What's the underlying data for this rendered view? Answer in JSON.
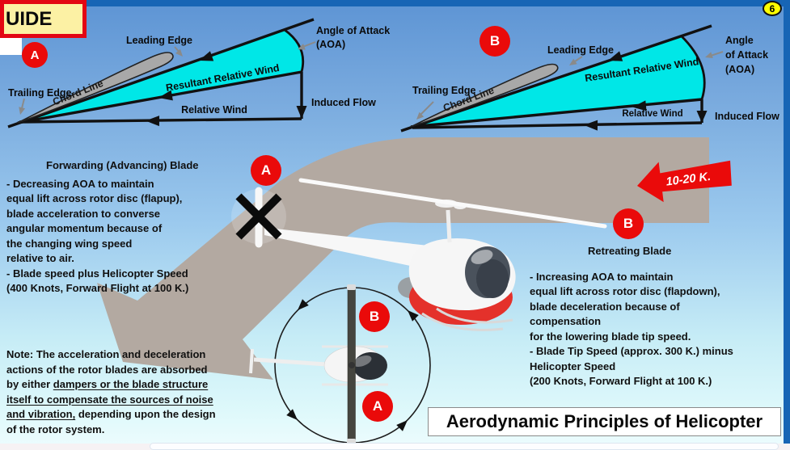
{
  "page": {
    "guide_label": "UIDE",
    "page_number": "6",
    "title": "Aerodynamic Principles of Helicopter",
    "speed_note": "10-20 K."
  },
  "colors": {
    "bar_blue": "#1765b5",
    "accent_red": "#ea0a0a",
    "cyan": "#00e7e7",
    "arrow_gray": "#b3a9a1",
    "guide_bg": "#fcf1a4",
    "guide_border": "#e30613",
    "badge_yellow": "#ffff00",
    "title_bg": "#ffffff"
  },
  "diagram_a": {
    "badge": "A",
    "leading_edge": "Leading Edge",
    "trailing_edge": "Trailing Edge",
    "chord_line": "Chord Line",
    "resultant_relative_wind": "Resultant Relative Wind",
    "relative_wind": "Relative Wind",
    "aoa_line1": "Angle of Attack",
    "aoa_line2": "(AOA)",
    "induced_flow": "Induced Flow"
  },
  "diagram_b": {
    "badge": "B",
    "leading_edge": "Leading Edge",
    "trailing_edge": "Trailing Edge",
    "chord_line": "Chord Line",
    "resultant_relative_wind": "Resultant Relative Wind",
    "relative_wind": "Relative Wind",
    "aoa_line1": "Angle",
    "aoa_line2": "of Attack",
    "aoa_line3": "(AOA)",
    "induced_flow": "Induced Flow"
  },
  "advancing": {
    "badge": "A",
    "heading": "Forwarding (Advancing) Blade",
    "lines": [
      "- Decreasing AOA to maintain",
      "equal lift across rotor disc (flapup),",
      "blade acceleration to converse",
      "angular momentum because of",
      "the changing wing speed",
      "relative to air.",
      "- Blade speed plus Helicopter Speed",
      "(400 Knots, Forward Flight at 100 K.)"
    ]
  },
  "retreating": {
    "badge": "B",
    "heading": "Retreating Blade",
    "lines": [
      "- Increasing AOA to maintain",
      "equal lift across rotor disc (flapdown),",
      "blade deceleration because of",
      "compensation",
      "for the lowering blade tip speed.",
      "- Blade Tip Speed (approx. 300 K.) minus",
      "Helicopter Speed",
      "(200 Knots, Forward Flight at 100 K.)"
    ]
  },
  "rotor_disc": {
    "badge_b": "B",
    "badge_a": "A"
  },
  "note": {
    "lines": [
      [
        {
          "t": "Note: The acceleration and deceleration"
        }
      ],
      [
        {
          "t": "actions of the rotor blades are absorbed"
        }
      ],
      [
        {
          "t": "by either "
        },
        {
          "t": "dampers or the blade structure",
          "u": true
        }
      ],
      [
        {
          "t": "itself to compensate the sources of noise",
          "u": true
        }
      ],
      [
        {
          "t": "and vibration,",
          "u": true
        },
        {
          "t": " depending upon the design"
        }
      ],
      [
        {
          "t": "of the rotor system."
        }
      ]
    ]
  }
}
